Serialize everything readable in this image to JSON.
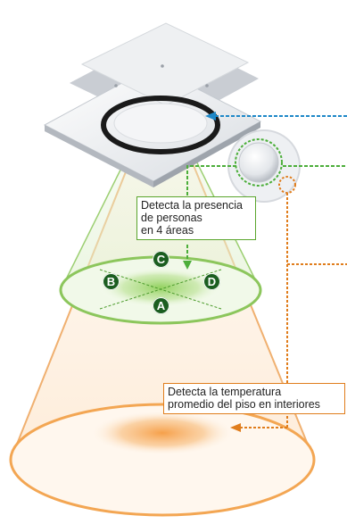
{
  "presence_callout": {
    "lines": [
      "Detecta la presencia",
      "de personas",
      "en 4 áreas"
    ]
  },
  "temperature_callout": {
    "lines": [
      "Detecta la temperatura",
      "promedio del piso en interiores"
    ]
  },
  "zones": [
    "A",
    "B",
    "C",
    "D"
  ],
  "colors": {
    "presence": "#5aa52c",
    "temperature": "#e07d1c",
    "unit_pointer": "#1e88c8",
    "zone_badge": "#1b5e20"
  }
}
